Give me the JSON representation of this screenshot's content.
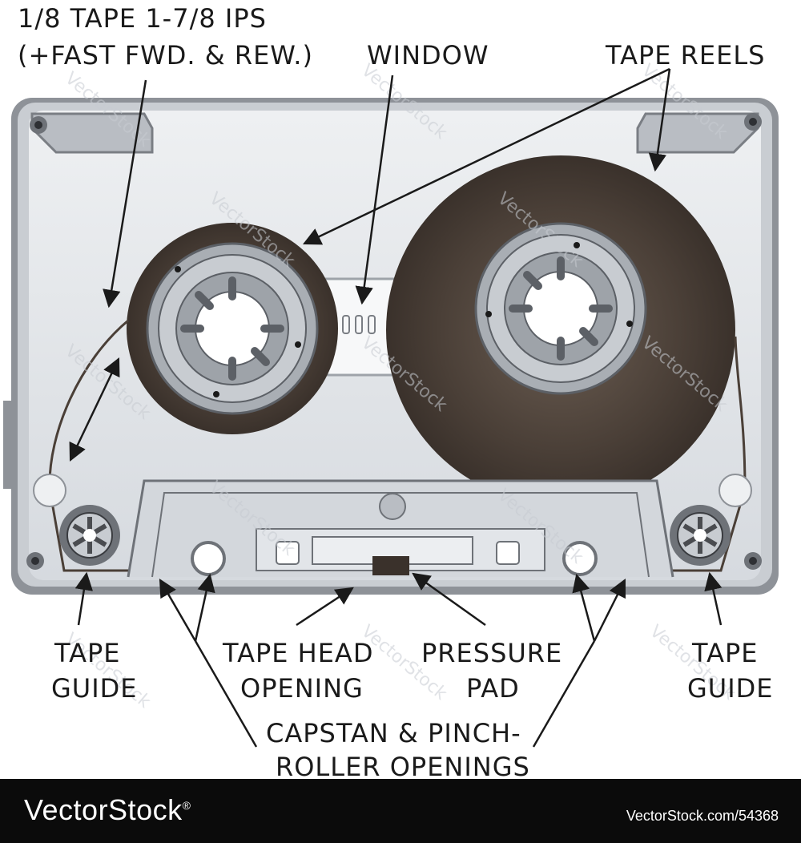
{
  "labels": {
    "tape_spec_line1": "1/8 TAPE  1-7/8 IPS",
    "tape_spec_line2": "(+FAST FWD. & REW.)",
    "window": "WINDOW",
    "tape_reels": "TAPE REELS",
    "tape_guide_left_line1": "TAPE",
    "tape_guide_left_line2": "GUIDE",
    "tape_head_line1": "TAPE HEAD",
    "tape_head_line2": "OPENING",
    "pressure_pad_line1": "PRESSURE",
    "pressure_pad_line2": "PAD",
    "tape_guide_right_line1": "TAPE",
    "tape_guide_right_line2": "GUIDE",
    "capstan_line1": "CAPSTAN & PINCH-",
    "capstan_line2": "ROLLER OPENINGS"
  },
  "watermark": "VectorStock",
  "footer": {
    "logo": "VectorStock",
    "registered": "®",
    "image_id": "VectorStock.com/54368"
  },
  "colors": {
    "shell": "#d9dde2",
    "shell_edge": "#7a7e84",
    "tape": "#4a3f37",
    "hub": "#bfc4ca"
  }
}
